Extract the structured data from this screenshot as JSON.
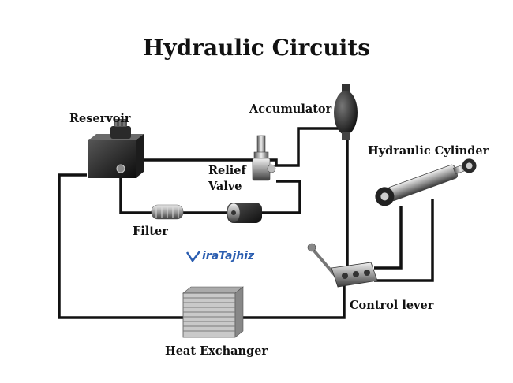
{
  "title": "Hydraulic Circuits",
  "labels": {
    "reservoir": "Reservoir",
    "accumulator": "Accumulator",
    "relief_valve_line1": "Relief",
    "relief_valve_line2": "Valve",
    "hydraulic_cylinder": "Hydraulic Cylinder",
    "filter": "Filter",
    "control_lever": "Control lever",
    "heat_exchanger": "Heat Exchanger"
  },
  "watermark": "iraTajhiz",
  "colors": {
    "line": "#111111",
    "watermark": "#2a5db0"
  }
}
